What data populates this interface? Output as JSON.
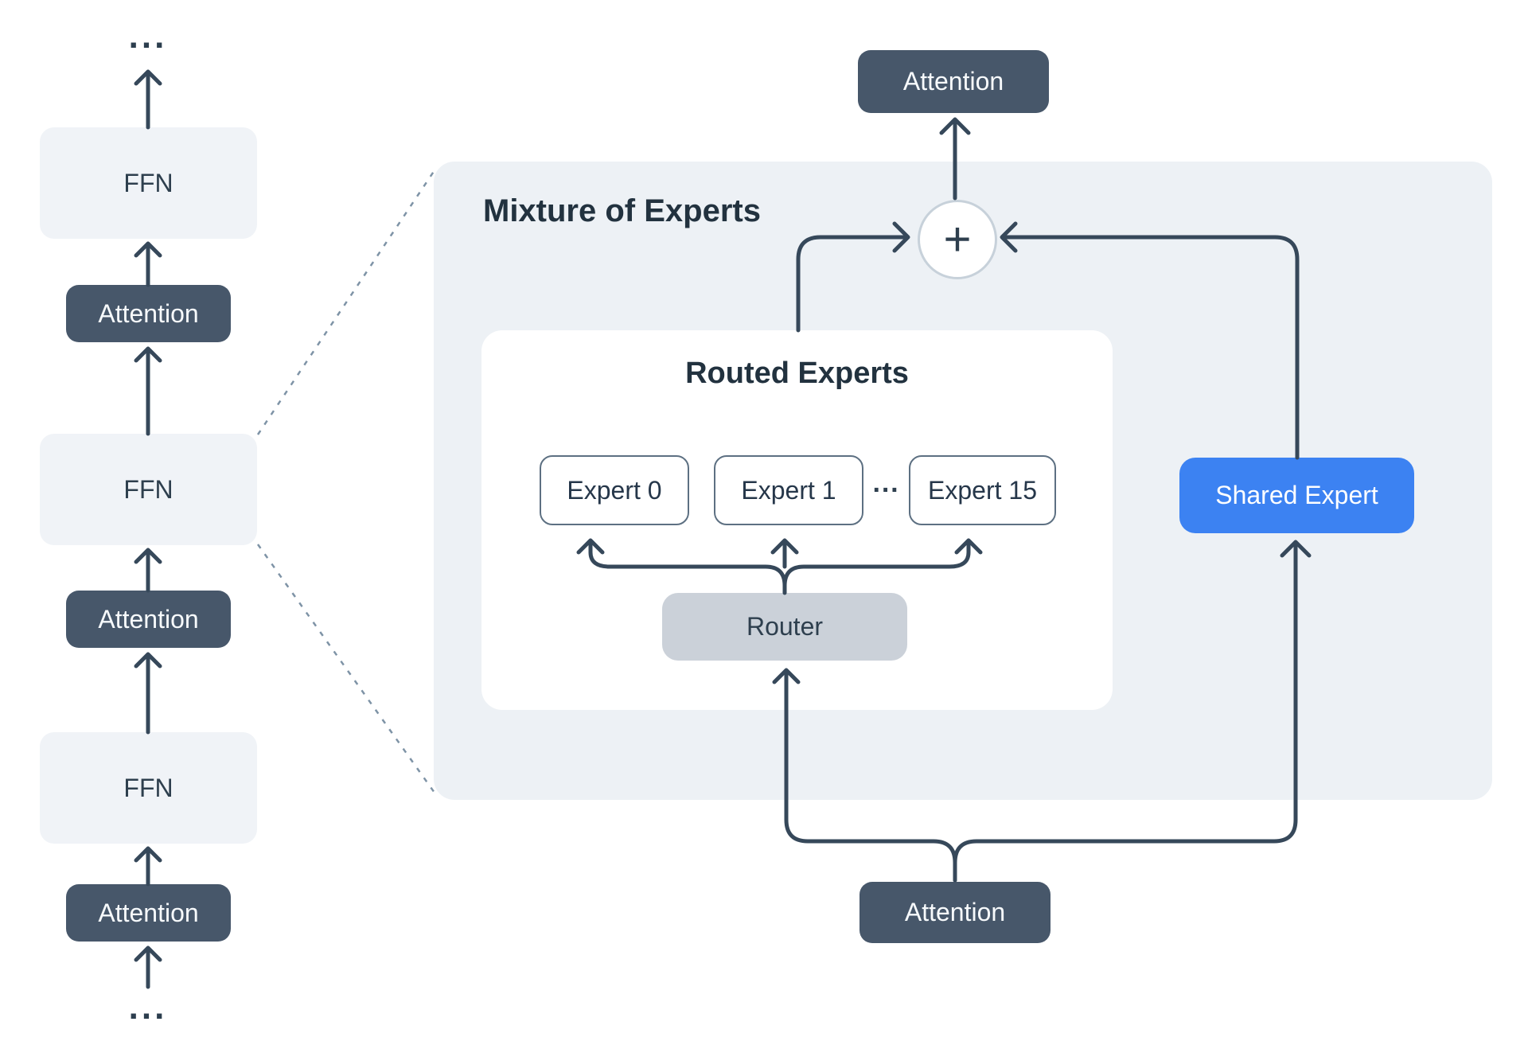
{
  "colors": {
    "dark_slate_box": "#47576a",
    "connector_line": "#36485a",
    "panel_background": "#edf1f5",
    "ffn_background": "#f0f3f7",
    "router_background": "#cbd1d9",
    "shared_expert_blue": "#3c82f2",
    "expert_border": "#5d7082",
    "title_text": "#22323f",
    "dotted_line": "#7e93a6",
    "plus_circle_border": "#c7d1da"
  },
  "left_column": {
    "dots_top": "...",
    "dots_bottom": "...",
    "blocks": [
      {
        "label": "FFN"
      },
      {
        "label": "Attention"
      },
      {
        "label": "FFN"
      },
      {
        "label": "Attention"
      },
      {
        "label": "FFN"
      },
      {
        "label": "Attention"
      }
    ]
  },
  "moe": {
    "title": "Mixture of Experts",
    "attention_top": "Attention",
    "attention_bottom": "Attention",
    "plus": "+",
    "shared_expert": "Shared Expert",
    "routed": {
      "title": "Routed Experts",
      "experts": [
        {
          "label": "Expert 0"
        },
        {
          "label": "Expert 1"
        },
        {
          "label": "Expert 15"
        }
      ],
      "ellipsis": "···",
      "router": "Router"
    }
  }
}
